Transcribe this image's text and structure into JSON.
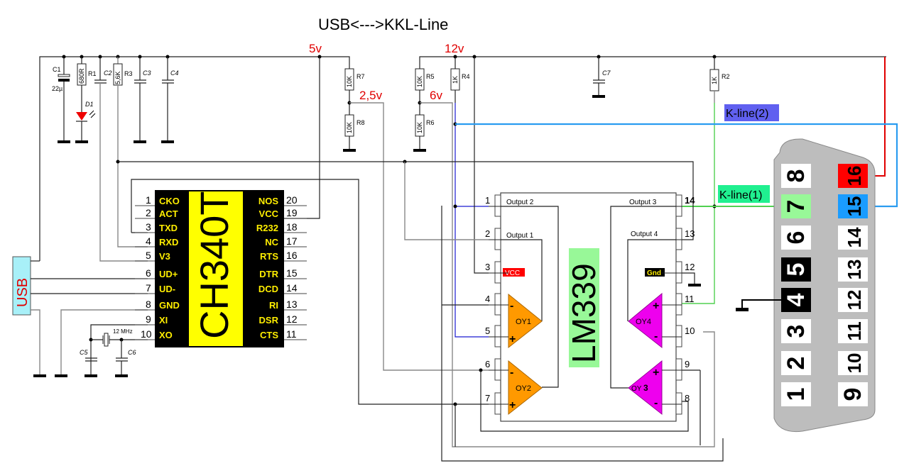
{
  "title": "USB<--->KKL-Line",
  "voltages": {
    "v5": "5v",
    "v12": "12v",
    "v2_5": "2,5v",
    "v6": "6v"
  },
  "components": {
    "c1": {
      "ref": "C1",
      "value": "22µ"
    },
    "r1": {
      "ref": "R1",
      "value": "680R"
    },
    "d1": {
      "ref": "D1"
    },
    "c2": {
      "ref": "C2"
    },
    "r3": {
      "ref": "R3",
      "value": "5,6K"
    },
    "c3": {
      "ref": "C3"
    },
    "c4": {
      "ref": "C4"
    },
    "r7": {
      "ref": "R7",
      "value": "10K"
    },
    "r8": {
      "ref": "R8",
      "value": "10K"
    },
    "r5": {
      "ref": "R5",
      "value": "10K"
    },
    "r6": {
      "ref": "R6",
      "value": "10K"
    },
    "r4": {
      "ref": "R4",
      "value": "1K"
    },
    "c7": {
      "ref": "C7"
    },
    "r2": {
      "ref": "R2",
      "value": "1K"
    },
    "c5": {
      "ref": "C5"
    },
    "c6": {
      "ref": "C6"
    },
    "crystal": {
      "value": "12 MHz"
    }
  },
  "usb_label": "USB",
  "ch340": {
    "name": "CH340T",
    "left_pins": [
      {
        "num": "1",
        "name": "CKO"
      },
      {
        "num": "2",
        "name": "ACT"
      },
      {
        "num": "3",
        "name": "TXD"
      },
      {
        "num": "4",
        "name": "RXD"
      },
      {
        "num": "5",
        "name": "V3"
      },
      {
        "num": "6",
        "name": "UD+"
      },
      {
        "num": "7",
        "name": "UD-"
      },
      {
        "num": "8",
        "name": "GND"
      },
      {
        "num": "9",
        "name": "XI"
      },
      {
        "num": "10",
        "name": "XO"
      }
    ],
    "right_pins": [
      {
        "num": "20",
        "name": "NOS"
      },
      {
        "num": "19",
        "name": "VCC"
      },
      {
        "num": "18",
        "name": "R232"
      },
      {
        "num": "17",
        "name": "NC"
      },
      {
        "num": "16",
        "name": "RTS"
      },
      {
        "num": "15",
        "name": "DTR"
      },
      {
        "num": "14",
        "name": "DCD"
      },
      {
        "num": "13",
        "name": "RI"
      },
      {
        "num": "12",
        "name": "DSR"
      },
      {
        "num": "11",
        "name": "CTS"
      }
    ]
  },
  "lm339": {
    "name": "LM339",
    "left_pins": [
      "1",
      "2",
      "3",
      "4",
      "5",
      "6",
      "7"
    ],
    "right_pins": [
      "14",
      "13",
      "12",
      "11",
      "10",
      "9",
      "8"
    ],
    "output_labels": {
      "o1": "Output 1",
      "o2": "Output 2",
      "o3": "Output 3",
      "o4": "Output 4"
    },
    "vcc_label": "VCC",
    "gnd_label": "Gnd",
    "opamps": {
      "oy1": "OY1",
      "oy2": "OY2",
      "oy3a": "OY",
      "oy3b": "3",
      "oy4": "OY4"
    },
    "minus": "-",
    "plus": "+"
  },
  "kline": {
    "k1": "K-line(1)",
    "k2": "K-line(2)"
  },
  "obd": {
    "left_col": [
      "8",
      "7",
      "6",
      "5",
      "4",
      "3",
      "2",
      "1"
    ],
    "right_col": [
      "16",
      "15",
      "14",
      "13",
      "12",
      "11",
      "10",
      "9"
    ]
  },
  "colors": {
    "red_label": "#e00000",
    "kline1_bg": "#20f090",
    "kline2_bg": "#6060f0",
    "pin16_bg": "#ff0000",
    "pin15_bg": "#1a9cff",
    "pin7_bg": "#98f898",
    "lm339_bg": "#98f898",
    "ch340_bg": "#ffff00",
    "opamp_orange": "#ff9900",
    "opamp_magenta": "#ee00ee",
    "usb_bg": "#a8f0f8"
  }
}
